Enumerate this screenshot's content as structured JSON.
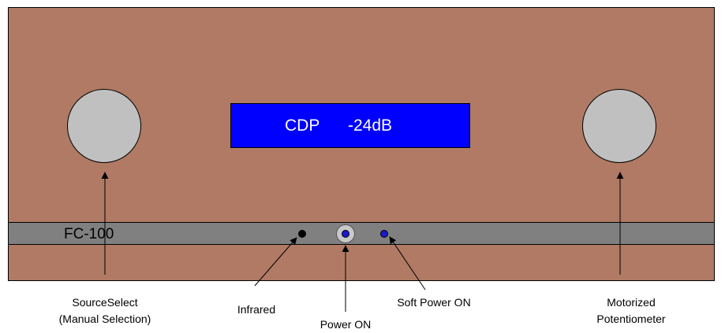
{
  "display": {
    "source": "CDP",
    "volume": "-24dB"
  },
  "model_label": "FC-100",
  "labels": {
    "source_select_line1": "SourceSelect",
    "source_select_line2": "(Manual Selection)",
    "infrared": "Infrared",
    "power_on": "Power ON",
    "soft_power_on": "Soft Power ON",
    "motorized_line1": "Motorized",
    "motorized_line2": "Potentiometer"
  },
  "colors": {
    "panel": "#b07a64",
    "strip": "#808080",
    "display_bg": "#0000ff",
    "display_text": "#ffffff",
    "knob": "#c0c0c0",
    "led": "#1a1acc"
  }
}
